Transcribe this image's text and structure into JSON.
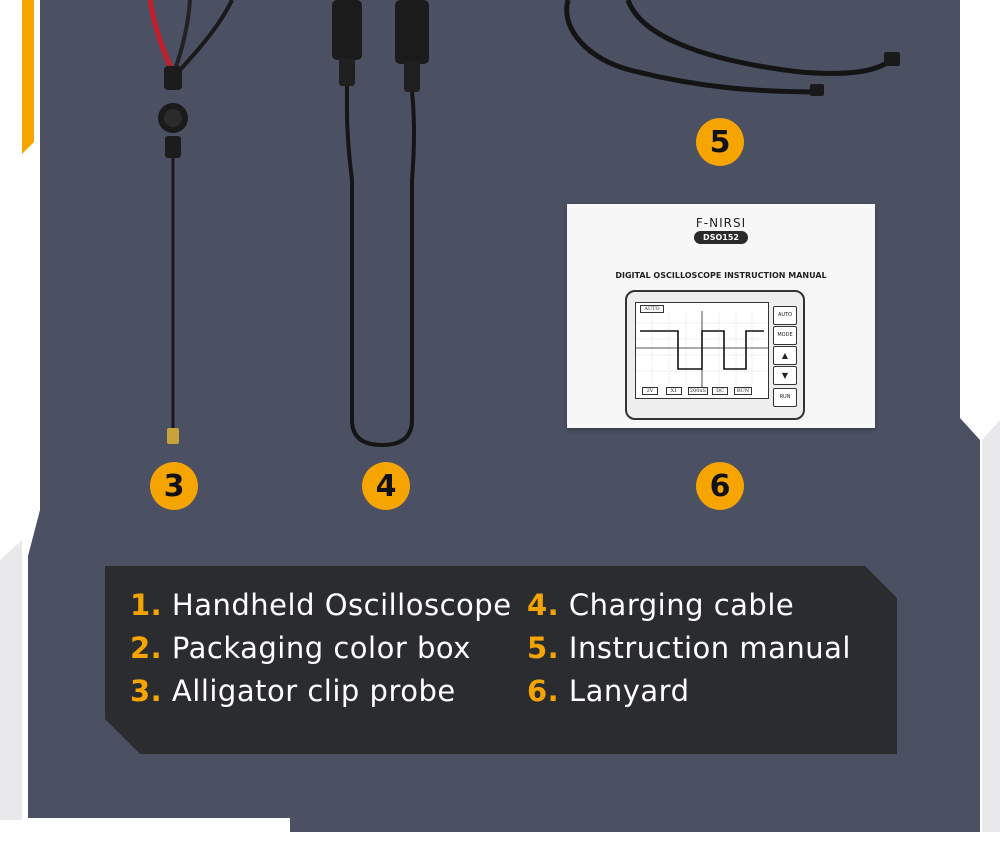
{
  "colors": {
    "panel_bg": "#4b5063",
    "legend_bg": "#2b2c30",
    "accent": "#f5a400",
    "text": "#ffffff"
  },
  "badges": [
    "3",
    "4",
    "5",
    "6"
  ],
  "manual": {
    "brand": "F-NIRSI",
    "model": "DSO152",
    "title": "DIGITAL OSCILLOSCOPE INSTRUCTION MANUAL",
    "buttons": [
      "AUTO",
      "MODE",
      "▲",
      "▼",
      "RUN"
    ],
    "screen_mode": "AUTO",
    "screen_tags": [
      "2V",
      "X1",
      "200uS",
      "DC",
      "RUN"
    ]
  },
  "legend": [
    {
      "num": "1.",
      "text": "Handheld Oscilloscope"
    },
    {
      "num": "2.",
      "text": "Packaging color box"
    },
    {
      "num": "3.",
      "text": "Alligator clip probe"
    },
    {
      "num": "4.",
      "text": "Charging cable"
    },
    {
      "num": "5.",
      "text": "Instruction manual"
    },
    {
      "num": "6.",
      "text": "Lanyard"
    }
  ]
}
